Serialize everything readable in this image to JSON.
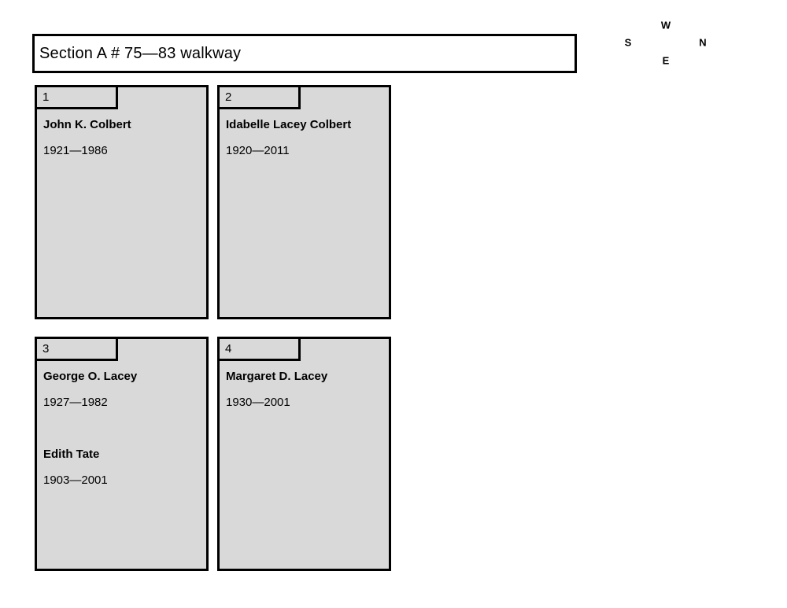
{
  "header": {
    "title": "Section A # 75—83 walkway"
  },
  "compass": {
    "top": "W",
    "left": "S",
    "right": "N",
    "bottom": "E"
  },
  "plots": [
    {
      "number": "1",
      "occupants": [
        {
          "name": "John K. Colbert",
          "dates": "1921—1986"
        }
      ]
    },
    {
      "number": "2",
      "occupants": [
        {
          "name": "Idabelle Lacey Colbert",
          "dates": "1920—2011"
        }
      ]
    },
    {
      "number": "3",
      "occupants": [
        {
          "name": "George O. Lacey",
          "dates": "1927—1982"
        },
        {
          "name": "Edith Tate",
          "dates": "1903—2001"
        }
      ]
    },
    {
      "number": "4",
      "occupants": [
        {
          "name": "Margaret D. Lacey",
          "dates": "1930—2001"
        }
      ]
    }
  ],
  "colors": {
    "plot_fill": "#d9d9d9",
    "border": "#000000",
    "background": "#ffffff"
  }
}
